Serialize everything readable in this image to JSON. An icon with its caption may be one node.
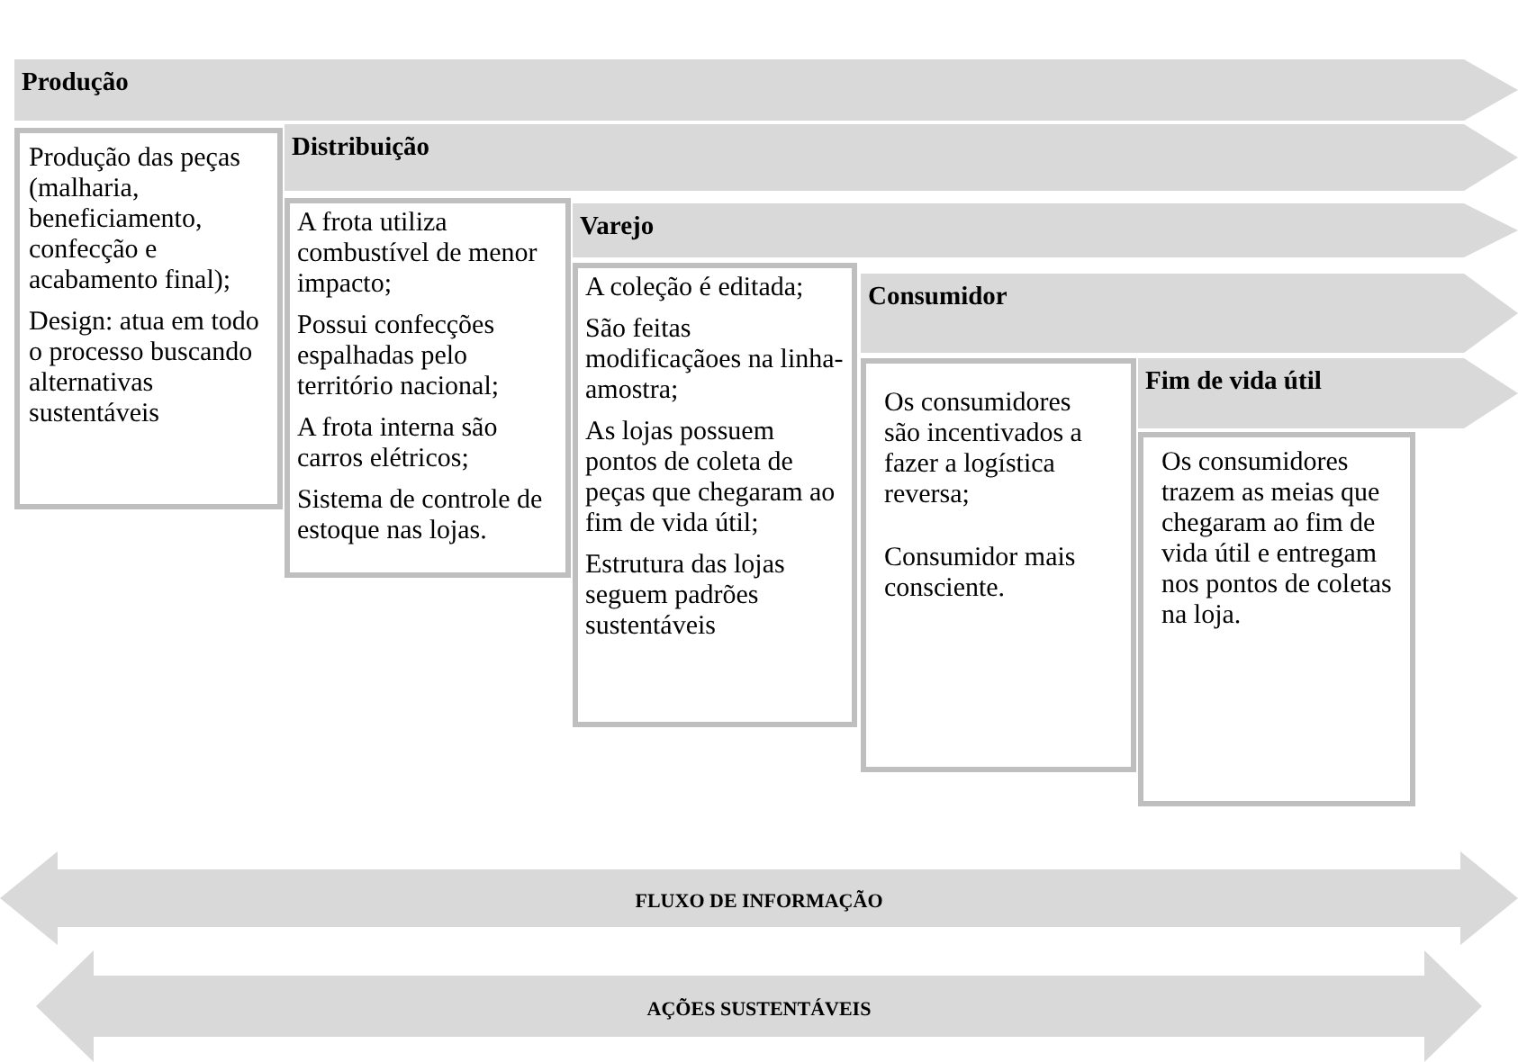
{
  "diagram": {
    "nodes": [
      {
        "text": [
          "Produção"
        ]
      },
      {
        "text": [
          "Produção das peças (malharia, beneficiamento, confecção e acabamento final);",
          "Design: atua em todo o processo buscando alternativas sustentáveis"
        ]
      },
      {
        "text": [
          "Distribuição"
        ]
      },
      {
        "text": [
          "A frota utiliza combustível de menor impacto;",
          "Possui confecções espalhadas pelo território nacional;",
          "A frota interna são carros elétricos;",
          "Sistema de controle de estoque nas lojas."
        ]
      },
      {
        "text": [
          "Varejo"
        ]
      },
      {
        "text": [
          "A coleção é editada;",
          "São feitas modificaçãoes na linha-amostra;",
          "As lojas possuem pontos de coleta de peças que chegaram ao fim de vida útil;",
          "Estrutura das lojas seguem padrões sustentáveis"
        ]
      },
      {
        "text": [
          "Consumidor"
        ]
      },
      {
        "text": [
          "Os consumidores são incentivados a fazer a logística reversa;",
          "Consumidor mais consciente."
        ]
      },
      {
        "text": [
          "Fim de vida útil"
        ]
      },
      {
        "text": [
          "Os consumidores trazem as meias que chegaram ao fim de vida útil e entregam nos pontos de coletas na loja."
        ]
      },
      {
        "text": [
          "FLUXO DE INFORMAÇÃO"
        ]
      },
      {
        "text": [
          "AÇÕES SUSTENTÁVEIS"
        ]
      }
    ]
  }
}
